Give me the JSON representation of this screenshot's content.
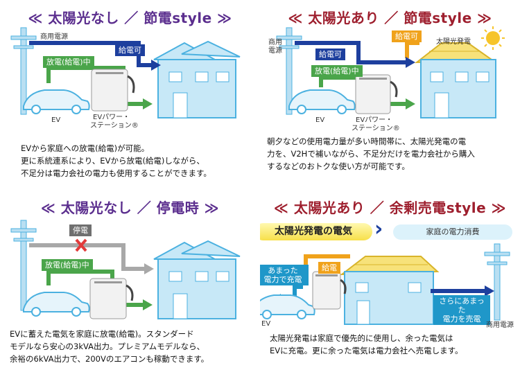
{
  "panels": [
    {
      "title": "≪ 太陽光なし ／ 節電style ≫",
      "grid_label": "商用電源",
      "tag_top": "給電可",
      "tag_mid": "放電(給電)中",
      "ev_label": "EV",
      "station_line1": "EVパワー・",
      "station_line2": "ステーション®",
      "desc": [
        "EVから家庭への放電(給電)が可能。",
        "更に系統連系により、EVから放電(給電)しながら、",
        "不足分は電力会社の電力も使用することができます。"
      ]
    },
    {
      "title": "≪ 太陽光あり ／ 節電style ≫",
      "grid_line1": "商用",
      "grid_line2": "電源",
      "solar_label": "太陽光発電",
      "tag_solar": "給電可",
      "tag_top": "給電可",
      "tag_mid": "放電(給電)中",
      "ev_label": "EV",
      "station_line1": "EVパワー・",
      "station_line2": "ステーション®",
      "desc": [
        "朝夕などの使用電力量が多い時間帯に、太陽光発電の電",
        "力を、V2Hで補いながら、不足分だけを電力会社から購入",
        "するなどのおトクな使い方が可能です。"
      ]
    },
    {
      "title": "≪ 太陽光なし ／ 停電時 ≫",
      "tag_top": "停電",
      "tag_mid": "放電(給電)中",
      "desc": [
        "EVに蓄えた電気を家庭に放電(給電)。スタンダード",
        "モデルなら安心の3kVA出力。プレミアムモデルなら、",
        "余裕の6kVA出力で、200Vのエアコンも稼動できます。"
      ]
    },
    {
      "title": "≪ 太陽光あり ／ 余剰売電style ≫",
      "solar_box": "太陽光発電の電気",
      "consumption_box": "家庭の電力消費",
      "tag_charge_line1": "あまった",
      "tag_charge_line2": "電力で充電",
      "tag_feed": "給電",
      "tag_sell_line1": "さらにあまった",
      "tag_sell_line2": "電力を売電",
      "ev_label": "EV",
      "grid_label": "商用電源",
      "desc": [
        "太陽光発電は家庭で優先的に使用し、余った電気は",
        "EVに充電。更に余った電気は電力会社へ売電します。"
      ]
    }
  ],
  "colors": {
    "purple_title": "#5b2e8e",
    "red_title": "#9e1f2e",
    "house_fill": "#c7e8f7",
    "house_stroke": "#4bb1e0",
    "arrow_blue": "#1d3f9e",
    "arrow_green": "#4aa54a",
    "arrow_orange": "#f0a21b",
    "arrow_gray": "#a8a8a8",
    "arrow_teal": "#1f97c9",
    "ev_fill": "#e6f4fb"
  }
}
